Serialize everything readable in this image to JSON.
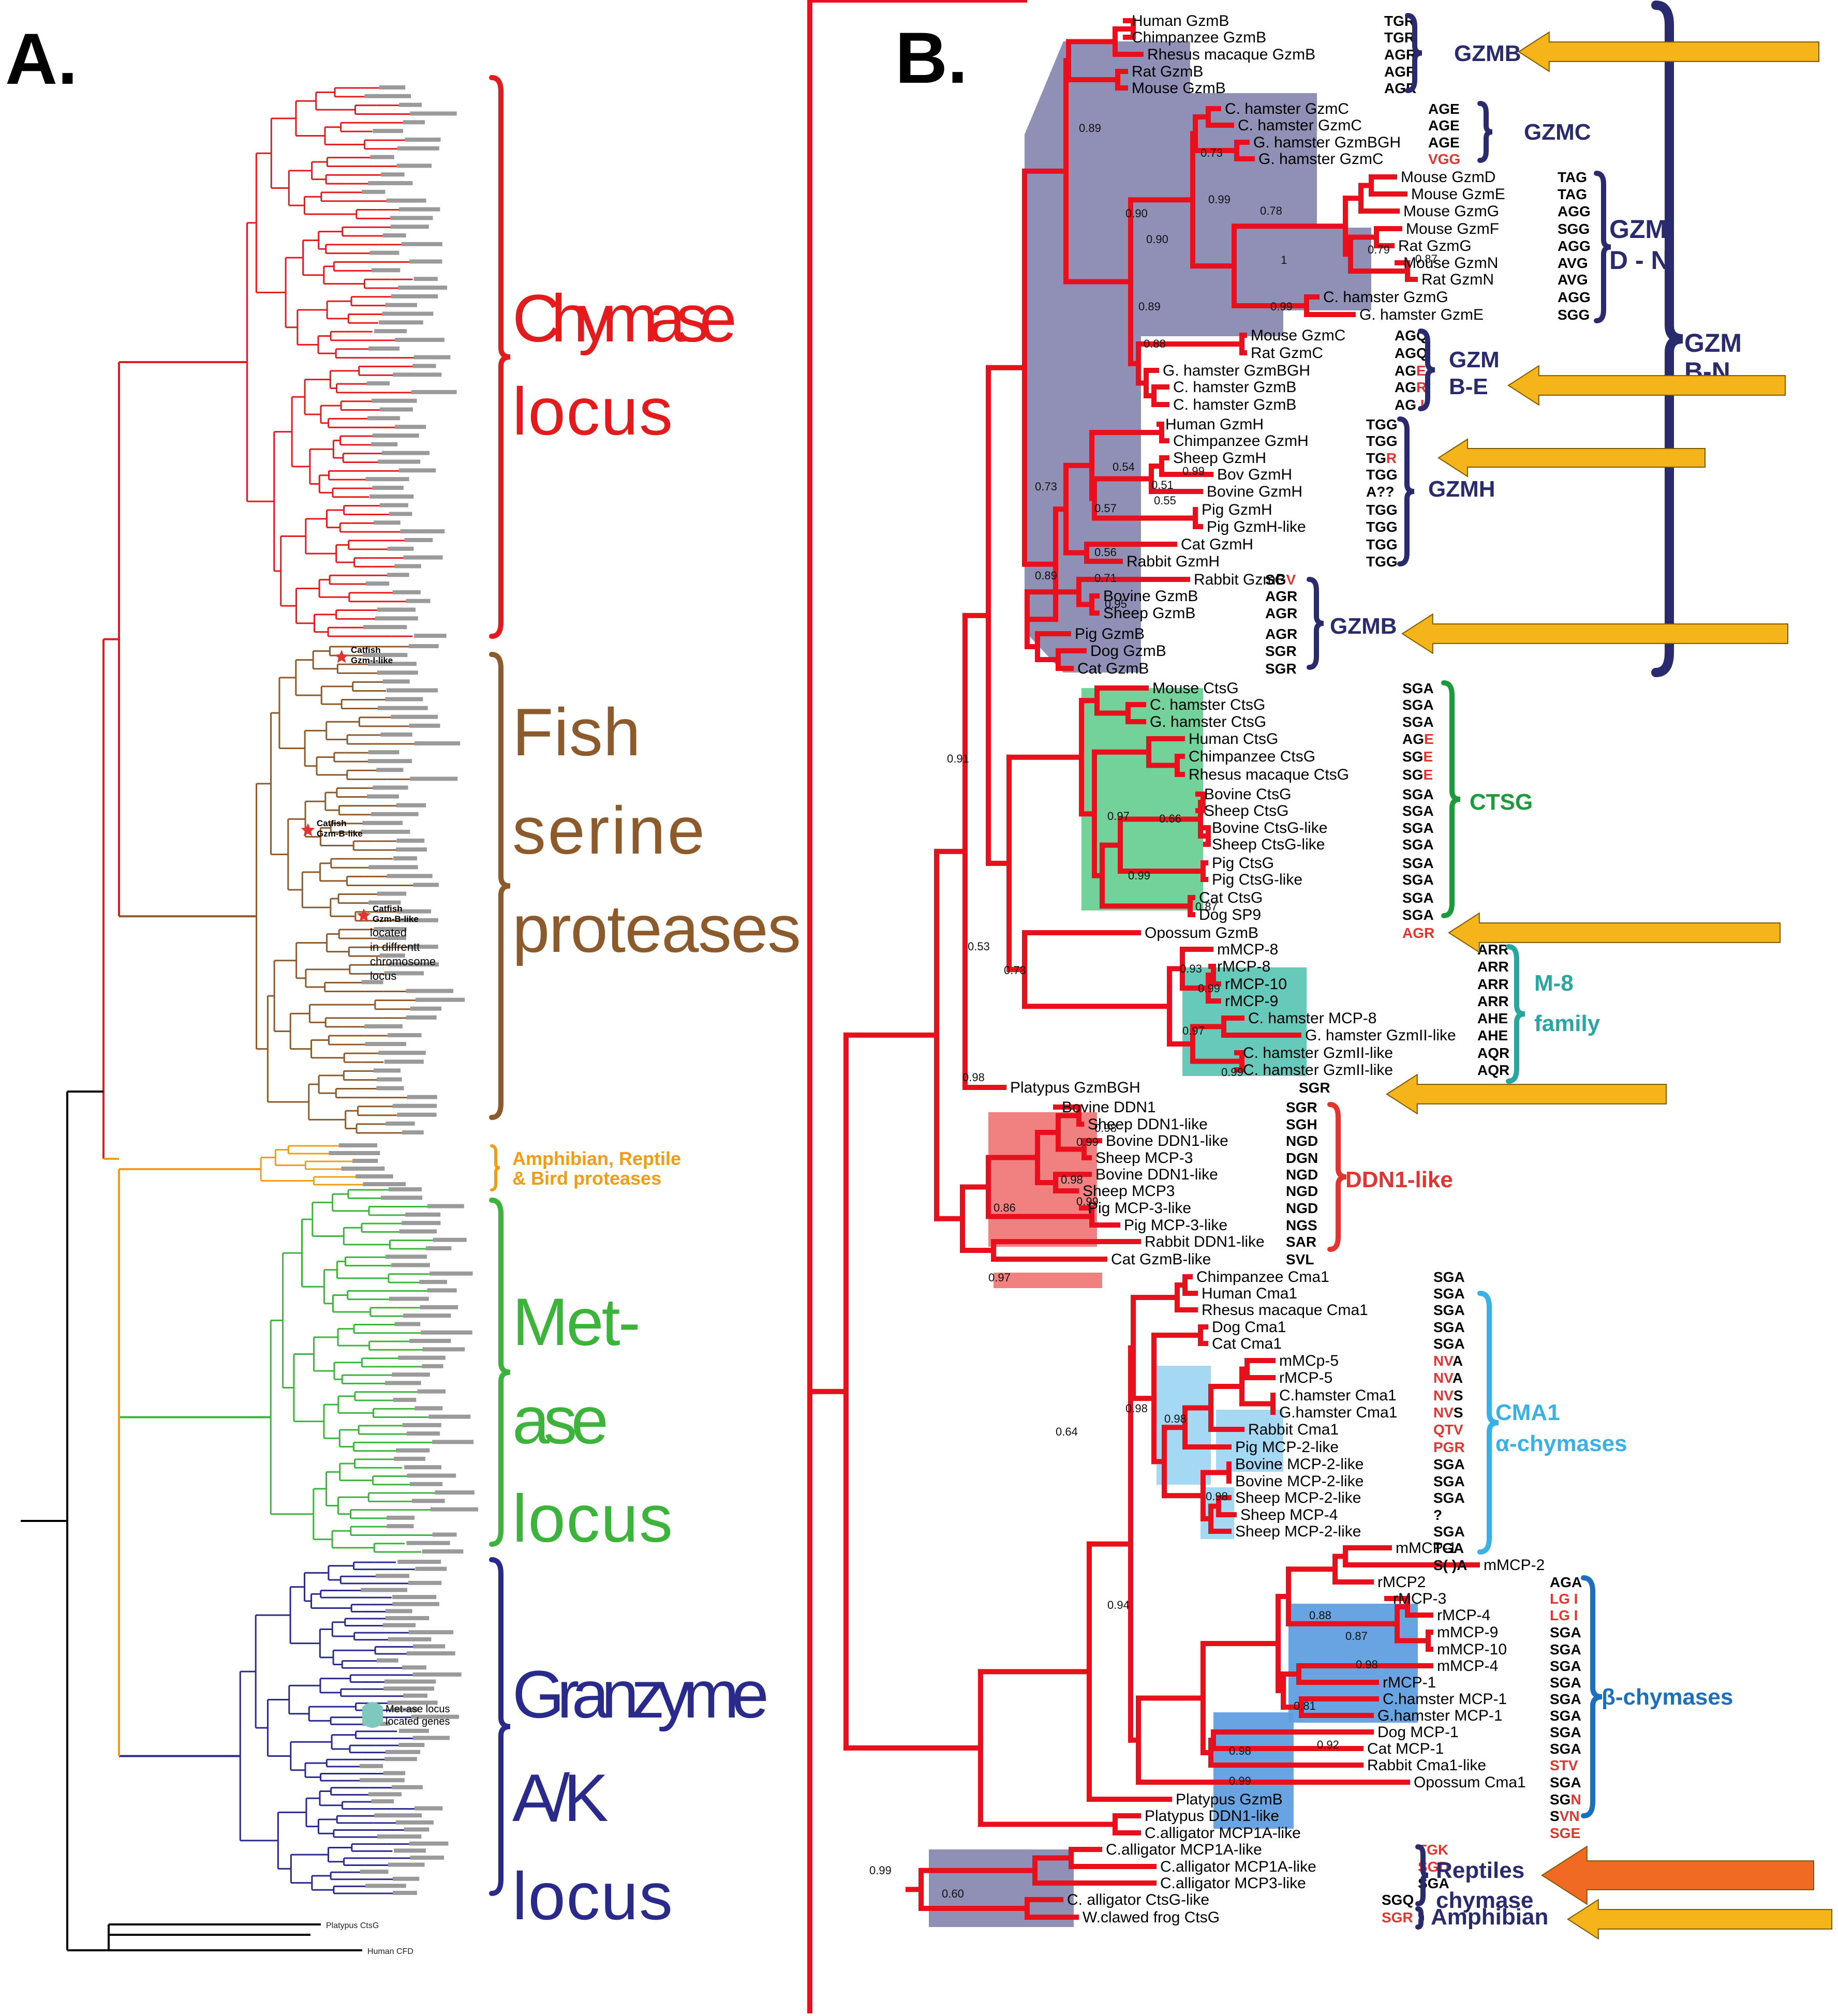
{
  "panel_a": {
    "label": "A.",
    "loci": [
      {
        "key": "chymase",
        "lines": [
          "Chymase",
          "locus"
        ],
        "color": "#e41a1c"
      },
      {
        "key": "fish",
        "lines": [
          "Fish",
          "serine",
          "proteases"
        ],
        "color": "#8c5a2b"
      },
      {
        "key": "amphib",
        "lines": [
          "Amphibian, Reptile",
          "& Bird proteases"
        ],
        "color": "#f39c12"
      },
      {
        "key": "metase",
        "lines": [
          "Met-",
          "ase",
          "locus"
        ],
        "color": "#3cb43c"
      },
      {
        "key": "granzyme",
        "lines": [
          "Granzyme",
          "A/K",
          "locus"
        ],
        "color": "#2a2a8c"
      }
    ],
    "annotations": {
      "catfish1": [
        "Catfish",
        "Gzm-I-like"
      ],
      "catfish2": [
        "Catfish",
        "Gzm-B-like"
      ],
      "catfish3": [
        "Catfish",
        "Gzm-B-like"
      ],
      "diff_locus": [
        "located",
        "in diffrentt",
        "chromosome",
        "locus"
      ],
      "metase_note": [
        "Met-ase locus",
        "located genes"
      ],
      "human_cfd": "Human CFD",
      "platypus_ctsg": "Platypus CtsG"
    }
  },
  "panel_b": {
    "label": "B.",
    "taxa": [
      {
        "name": "Human GzmB",
        "motif": "TGR"
      },
      {
        "name": "Chimpanzee GzmB",
        "motif": "TGR"
      },
      {
        "name": "Rhesus macaque GzmB",
        "motif": "AGR"
      },
      {
        "name": "Rat GzmB",
        "motif": "AGR"
      },
      {
        "name": "Mouse GzmB",
        "motif": "AGR"
      },
      {
        "name": "C. hamster GzmC",
        "motif": "AGE"
      },
      {
        "name": "C. hamster GzmC",
        "motif": "AGE"
      },
      {
        "name": "G. hamster GzmBGH",
        "motif": "AGE"
      },
      {
        "name": "G. hamster GzmC",
        "motif": "VGG",
        "red": "all"
      },
      {
        "name": "Mouse GzmD",
        "motif": "TAG"
      },
      {
        "name": "Mouse GzmE",
        "motif": "TAG"
      },
      {
        "name": "Mouse GzmG",
        "motif": "AGG"
      },
      {
        "name": "Mouse GzmF",
        "motif": "SGG"
      },
      {
        "name": "Rat GzmG",
        "motif": "AGG"
      },
      {
        "name": "Mouse GzmN",
        "motif": "AVG"
      },
      {
        "name": "Rat GzmN",
        "motif": "AVG"
      },
      {
        "name": "C. hamster GzmG",
        "motif": "AGG"
      },
      {
        "name": "G. hamster GzmE",
        "motif": "SGG"
      },
      {
        "name": "Mouse GzmC",
        "motif": "AGQ"
      },
      {
        "name": "Rat GzmC",
        "motif": "AGQ"
      },
      {
        "name": "G. hamster GzmBGH",
        "motif": "AGE",
        "red": "last"
      },
      {
        "name": "C. hamster GzmB",
        "motif": "AGR",
        "red": "last"
      },
      {
        "name": "C. hamster GzmB",
        "motif": "AG I",
        "red": "last"
      },
      {
        "name": "Human GzmH",
        "motif": "TGG"
      },
      {
        "name": "Chimpanzee GzmH",
        "motif": "TGG"
      },
      {
        "name": "Sheep GzmH",
        "motif": "TGR",
        "red": "last"
      },
      {
        "name": "Bov GzmH",
        "motif": "TGG"
      },
      {
        "name": "Bovine GzmH",
        "motif": "A??"
      },
      {
        "name": "Pig GzmH",
        "motif": "TGG"
      },
      {
        "name": "Pig GzmH-like",
        "motif": "TGG"
      },
      {
        "name": "Cat GzmH",
        "motif": "TGG"
      },
      {
        "name": "Rabbit GzmH",
        "motif": "TGG"
      },
      {
        "name": "Rabbit GzmB",
        "motif": "SGV",
        "red": "last"
      },
      {
        "name": "Bovine GzmB",
        "motif": "AGR"
      },
      {
        "name": "Sheep GzmB",
        "motif": "AGR"
      },
      {
        "name": "Pig GzmB",
        "motif": "AGR"
      },
      {
        "name": "Dog GzmB",
        "motif": "SGR"
      },
      {
        "name": "Cat GzmB",
        "motif": "SGR"
      },
      {
        "name": "Mouse CtsG",
        "motif": "SGA"
      },
      {
        "name": "C. hamster CtsG",
        "motif": "SGA"
      },
      {
        "name": "G. hamster CtsG",
        "motif": "SGA"
      },
      {
        "name": "Human CtsG",
        "motif": "AGE",
        "red": "last"
      },
      {
        "name": "Chimpanzee CtsG",
        "motif": "SGE",
        "red": "last"
      },
      {
        "name": "Rhesus macaque CtsG",
        "motif": "SGE",
        "red": "last"
      },
      {
        "name": "Bovine CtsG",
        "motif": "SGA"
      },
      {
        "name": "Sheep CtsG",
        "motif": "SGA"
      },
      {
        "name": "Bovine CtsG-like",
        "motif": "SGA"
      },
      {
        "name": "Sheep CtsG-like",
        "motif": "SGA"
      },
      {
        "name": "Pig CtsG",
        "motif": "SGA"
      },
      {
        "name": "Pig CtsG-like",
        "motif": "SGA"
      },
      {
        "name": "Cat CtsG",
        "motif": "SGA"
      },
      {
        "name": "Dog SP9",
        "motif": "SGA"
      },
      {
        "name": "Opossum GzmB",
        "motif": "AGR",
        "red": "all"
      },
      {
        "name": "mMCP-8",
        "motif": "ARR"
      },
      {
        "name": "rMCP-8",
        "motif": "ARR"
      },
      {
        "name": "rMCP-10",
        "motif": "ARR"
      },
      {
        "name": "rMCP-9",
        "motif": "ARR"
      },
      {
        "name": "C. hamster MCP-8",
        "motif": "AHE"
      },
      {
        "name": "G. hamster GzmII-like",
        "motif": "AHE"
      },
      {
        "name": "C. hamster GzmII-like",
        "motif": "AQR"
      },
      {
        "name": "C. hamster GzmII-like",
        "motif": "AQR"
      },
      {
        "name": "Platypus GzmBGH",
        "motif": "SGR"
      },
      {
        "name": "Bovine DDN1",
        "motif": "SGR"
      },
      {
        "name": "Sheep DDN1-like",
        "motif": "SGH"
      },
      {
        "name": "Bovine DDN1-like",
        "motif": "NGD"
      },
      {
        "name": "Sheep MCP-3",
        "motif": "DGN"
      },
      {
        "name": "Bovine DDN1-like",
        "motif": "NGD"
      },
      {
        "name": "Sheep MCP3",
        "motif": "NGD"
      },
      {
        "name": "Pig MCP-3-like",
        "motif": "NGD"
      },
      {
        "name": "Pig MCP-3-like",
        "motif": "NGS"
      },
      {
        "name": "Rabbit DDN1-like",
        "motif": "SAR"
      },
      {
        "name": "Cat  GzmB-like",
        "motif": "SVL"
      },
      {
        "name": "Chimpanzee Cma1",
        "motif": "SGA"
      },
      {
        "name": "Human Cma1",
        "motif": "SGA"
      },
      {
        "name": "Rhesus macaque Cma1",
        "motif": "SGA"
      },
      {
        "name": "Dog Cma1",
        "motif": "SGA"
      },
      {
        "name": "Cat Cma1",
        "motif": "SGA"
      },
      {
        "name": "mMCp-5",
        "motif": "NVA",
        "red": "first2"
      },
      {
        "name": "rMCP-5",
        "motif": "NVA",
        "red": "first2"
      },
      {
        "name": "C.hamster Cma1",
        "motif": "NVS",
        "red": "first2"
      },
      {
        "name": "G.hamster Cma1",
        "motif": "NVS",
        "red": "first2"
      },
      {
        "name": "Rabbit Cma1",
        "motif": "QTV",
        "red": "all"
      },
      {
        "name": "Pig MCP-2-like",
        "motif": "PGR",
        "red": "all"
      },
      {
        "name": "Bovine MCP-2-like",
        "motif": "SGA"
      },
      {
        "name": "Bovine MCP-2-like",
        "motif": "SGA"
      },
      {
        "name": "Sheep MCP-2-like",
        "motif": "SGA"
      },
      {
        "name": "Sheep MCP-4",
        "motif": "?"
      },
      {
        "name": "Sheep MCP-2-like",
        "motif": "SGA"
      },
      {
        "name": "mMCP-1",
        "motif": "TGA"
      },
      {
        "name": "mMCP-2",
        "motif": "S( )A"
      },
      {
        "name": "rMCP2",
        "motif": "AGA"
      },
      {
        "name": "rMCP-3",
        "motif": "LG I",
        "red": "all"
      },
      {
        "name": "rMCP-4",
        "motif": "LG I",
        "red": "all"
      },
      {
        "name": "mMCP-9",
        "motif": "SGA"
      },
      {
        "name": "mMCP-10",
        "motif": "SGA"
      },
      {
        "name": "mMCP-4",
        "motif": "SGA"
      },
      {
        "name": "rMCP-1",
        "motif": "SGA"
      },
      {
        "name": "C.hamster MCP-1",
        "motif": "SGA"
      },
      {
        "name": "G.hamster MCP-1",
        "motif": "SGA"
      },
      {
        "name": "Dog MCP-1",
        "motif": "SGA"
      },
      {
        "name": "Cat MCP-1",
        "motif": "SGA"
      },
      {
        "name": "Rabbit Cma1-like",
        "motif": "STV",
        "red": "all"
      },
      {
        "name": "Opossum Cma1",
        "motif": "SGA"
      },
      {
        "name": "Platypus GzmB",
        "motif": "SGN",
        "red": "last"
      },
      {
        "name": "Platypus DDN1-like",
        "motif": "SVN",
        "red": "last2"
      },
      {
        "name": "C.alligator MCP1A-like",
        "motif": "SGE",
        "red": "all"
      },
      {
        "name": "C.alligator MCP1A-like",
        "motif": "TGK",
        "red": "all"
      },
      {
        "name": "C.alligator MCP1A-like",
        "motif": "SGD",
        "red": "all"
      },
      {
        "name": "C.alligator MCP3-like",
        "motif": "SGA"
      },
      {
        "name": "C. alligator CtsG-like",
        "motif": "SGQ"
      },
      {
        "name": "W.clawed frog CtsG",
        "motif": "SGR",
        "red": "all"
      }
    ],
    "clades": [
      {
        "key": "gzmb_top",
        "lines": [
          "GZMB"
        ],
        "color": "#2a2a6e"
      },
      {
        "key": "gzmc",
        "lines": [
          "GZMC"
        ],
        "color": "#2a2a6e"
      },
      {
        "key": "gzm_dn",
        "lines": [
          "GZM",
          "D - N"
        ],
        "color": "#2a2a6e"
      },
      {
        "key": "gzm_be",
        "lines": [
          "GZM",
          "B-E"
        ],
        "color": "#2a2a6e"
      },
      {
        "key": "gzmh",
        "lines": [
          "GZMH"
        ],
        "color": "#2a2a6e"
      },
      {
        "key": "gzmb_mid",
        "lines": [
          "GZMB"
        ],
        "color": "#2a2a6e"
      },
      {
        "key": "gzm_bn",
        "lines": [
          "GZM",
          "B-N"
        ],
        "color": "#2a2a6e"
      },
      {
        "key": "ctsg",
        "lines": [
          "CTSG"
        ],
        "color": "#1e9a3c"
      },
      {
        "key": "m8",
        "lines": [
          "M-8",
          "family"
        ],
        "color": "#2aa6a0"
      },
      {
        "key": "ddn1",
        "lines": [
          "DDN1-like"
        ],
        "color": "#e3342f"
      },
      {
        "key": "cma1",
        "lines": [
          "CMA1",
          "α-chymases"
        ],
        "color": "#3ab0e6"
      },
      {
        "key": "beta",
        "lines": [
          "β-chymases"
        ],
        "color": "#1a6fc0"
      },
      {
        "key": "reptiles",
        "lines": [
          "Reptiles",
          "chymase"
        ],
        "color": "#2a2a6e"
      },
      {
        "key": "amphibian",
        "lines": [
          "Amphibian"
        ],
        "color": "#2a2a6e"
      }
    ],
    "support_values": [
      "0.89",
      "0.90",
      "0.90",
      "0.73",
      "0.78",
      "0.89",
      "0.88",
      "0.99",
      "0.79",
      "0.87",
      "0.99",
      "1",
      "0.54",
      "0.57",
      "0.51",
      "0.55",
      "0.99",
      "0.73",
      "0.56",
      "0.71",
      "0.89",
      "0.95",
      "0.97",
      "0.66",
      "0.99",
      "0.87",
      "0.91",
      "0.53",
      "0.73",
      "0.93",
      "0.99",
      "0.97",
      "0.99",
      "0.98",
      "0.99",
      "0.98",
      "0.99",
      "0.86",
      "0.97",
      "0.64",
      "0.98",
      "0.98",
      "0.98",
      "0.88",
      "0.87",
      "0.98",
      "0.81",
      "0.92",
      "0.98",
      "0.99",
      "0.98",
      "0.94",
      "0.99",
      "0.60"
    ],
    "colors": {
      "branch": "#e8101c",
      "gzm_fill": "#8a8ab2",
      "ctsg_fill": "#6ccf95",
      "m8_fill": "#5fc6b6",
      "ddn_fill": "#f07a7a",
      "cma_fill": "#9fd6f2",
      "beta_fill": "#5f9fdf",
      "arrow": "#f4b41a",
      "arrow_orange": "#f06a24",
      "motif_red": "#e3342f"
    }
  }
}
